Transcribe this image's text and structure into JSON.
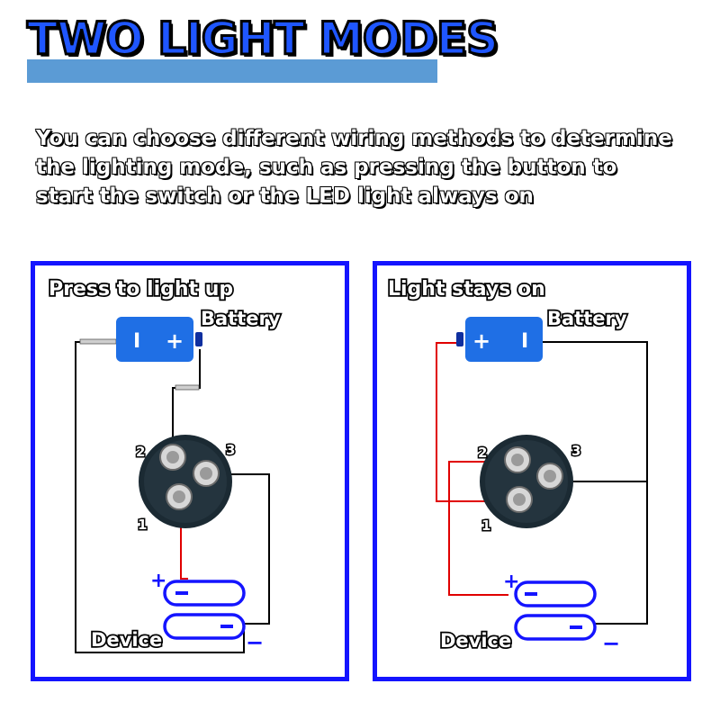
{
  "title": "TWO LIGHT MODES",
  "intro_lines": [
    "You can choose different wiring methods to determine",
    "the lighting mode, such as pressing the button to",
    "start the switch or the LED light always on"
  ],
  "panels": [
    {
      "heading": "Press to light up",
      "battery_label": "Battery",
      "device_label": "Device",
      "terminals": [
        "1",
        "2",
        "3"
      ],
      "battery_signs": [
        "I",
        "+"
      ],
      "device_signs": [
        "+",
        "−"
      ]
    },
    {
      "heading": "Light stays on",
      "battery_label": "Battery",
      "device_label": "Device",
      "terminals": [
        "1",
        "2",
        "3"
      ],
      "battery_signs": [
        "+",
        "I"
      ],
      "device_signs": [
        "+",
        "−"
      ]
    }
  ],
  "colors": {
    "accent_blue": "#1414ff",
    "title_fill": "#1f56ff",
    "title_underline": "#5b9bd5",
    "wire_red": "#e00000",
    "wire_black": "#000000"
  }
}
